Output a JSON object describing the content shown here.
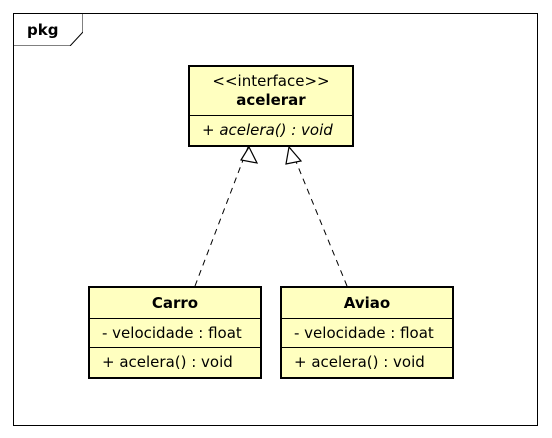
{
  "package": {
    "label": "pkg"
  },
  "interface_class": {
    "stereotype": "<<interface>>",
    "name": "acelerar",
    "operation": "+ acelera() : void"
  },
  "classes": [
    {
      "name": "Carro",
      "attribute": "- velocidade : float",
      "operation": "+ acelera() : void"
    },
    {
      "name": "Aviao",
      "attribute": "- velocidade : float",
      "operation": "+ acelera() : void"
    }
  ],
  "colors": {
    "class_fill": "#ffffc0",
    "stroke": "#000000",
    "background": "#ffffff"
  }
}
